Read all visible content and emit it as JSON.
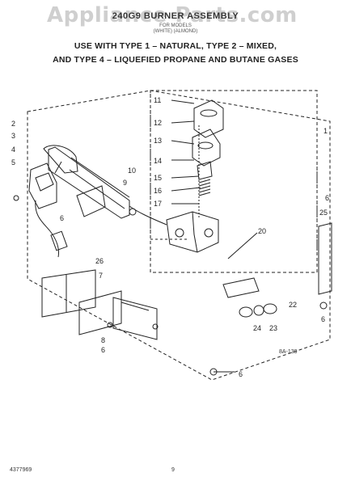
{
  "watermark": "Appliance Parts.com",
  "title": "240G9 BURNER ASSEMBLY",
  "subtitle_line1": "FOR MODELS",
  "subtitle_line2": "(WHITE)   (ALMOND)",
  "heading_line1": "USE WITH TYPE 1 – NATURAL, TYPE 2 – MIXED,",
  "heading_line2": "AND TYPE 4 – LIQUEFIED PROPANE AND BUTANE GASES",
  "callouts": [
    "1",
    "2",
    "3",
    "4",
    "5",
    "6",
    "6",
    "6",
    "6",
    "6",
    "7",
    "8",
    "9",
    "10",
    "11",
    "12",
    "13",
    "14",
    "15",
    "16",
    "17",
    "20",
    "22",
    "23",
    "24",
    "25",
    "26"
  ],
  "diagram_code": "8A-139",
  "part_number": "4377969",
  "page_number": "9"
}
